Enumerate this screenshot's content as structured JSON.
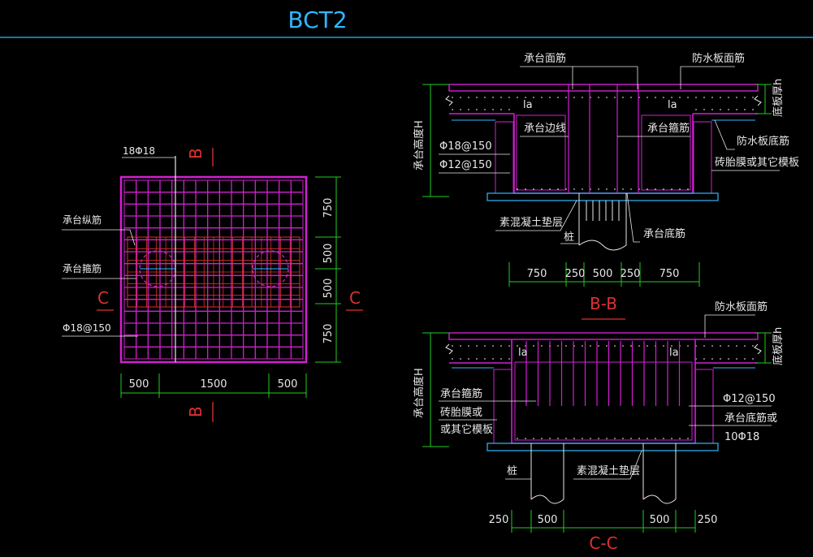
{
  "title": "BCT2",
  "plan": {
    "label_rebar_top": "18Φ18",
    "label_long": "承台纵筋",
    "label_stirrup": "承台箍筋",
    "label_mesh": "Φ18@150",
    "sec_b_top": "B",
    "sec_b_bottom": "B",
    "sec_c_left": "C",
    "sec_c_right": "C",
    "dims_bottom": [
      "500",
      "1500",
      "500"
    ],
    "dims_right": [
      "750",
      "500",
      "500",
      "750"
    ]
  },
  "section_bb": {
    "title": "B-B",
    "labels": {
      "top_bar": "承台面筋",
      "wp_top": "防水板面筋",
      "slab_h": "底板厚h",
      "height": "承台高度H",
      "rebar1": "Φ18@150",
      "rebar2": "Φ12@150",
      "edge": "承台边线",
      "stirrup": "承台箍筋",
      "wp_bottom": "防水板底筋",
      "mold": "砖胎膜或其它模板",
      "cushion": "素混凝土垫层",
      "pile": "桩",
      "bottom_bar": "承台底筋",
      "la_left": "la",
      "la_right": "la"
    },
    "dims": [
      "750",
      "250",
      "500",
      "250",
      "750"
    ]
  },
  "section_cc": {
    "title": "C-C",
    "labels": {
      "wp_top": "防水板面筋",
      "slab_h": "底板厚h",
      "height": "承台高度H",
      "stirrup": "承台箍筋",
      "mold1": "砖胎膜或",
      "mold2": "或其它模板",
      "rebar": "Φ12@150",
      "bottom_bar": "承台底筋或",
      "bottom_count": "10Φ18",
      "pile": "桩",
      "cushion": "素混凝土垫层",
      "la_left": "la",
      "la_right": "la"
    },
    "dims": [
      "250",
      "500",
      "500",
      "250"
    ]
  },
  "colors": {
    "magenta": "#d21fd2",
    "red": "#e03030",
    "green": "#22cc22",
    "cyan": "#2fb8ff",
    "white": "#e8e8e8"
  }
}
